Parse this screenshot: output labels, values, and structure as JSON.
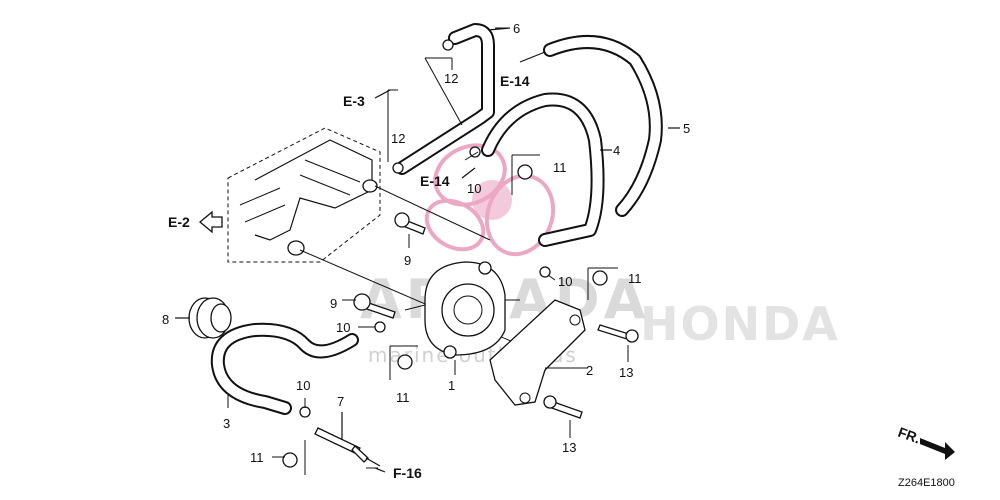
{
  "diagram": {
    "code": "Z264E1800",
    "direction_label": "FR.",
    "watermark": {
      "main": "ARMADA",
      "sub": "marine outboards",
      "brand": "HONDA"
    },
    "refs": [
      {
        "id": "e3",
        "text": "E-3"
      },
      {
        "id": "e14a",
        "text": "E-14"
      },
      {
        "id": "e14b",
        "text": "E-14"
      },
      {
        "id": "e2",
        "text": "E-2"
      },
      {
        "id": "f16",
        "text": "F-16"
      }
    ],
    "parts": [
      {
        "id": "p6",
        "text": "6"
      },
      {
        "id": "p12a",
        "text": "12"
      },
      {
        "id": "p12b",
        "text": "12"
      },
      {
        "id": "p5",
        "text": "5"
      },
      {
        "id": "p4",
        "text": "4"
      },
      {
        "id": "p11a",
        "text": "11"
      },
      {
        "id": "p10a",
        "text": "10"
      },
      {
        "id": "p9a",
        "text": "9"
      },
      {
        "id": "p10b",
        "text": "10"
      },
      {
        "id": "p11b",
        "text": "11"
      },
      {
        "id": "p9b",
        "text": "9"
      },
      {
        "id": "p10c",
        "text": "10"
      },
      {
        "id": "p8",
        "text": "8"
      },
      {
        "id": "p11c",
        "text": "11"
      },
      {
        "id": "p1",
        "text": "1"
      },
      {
        "id": "p2",
        "text": "2"
      },
      {
        "id": "p13a",
        "text": "13"
      },
      {
        "id": "p3",
        "text": "3"
      },
      {
        "id": "p10d",
        "text": "10"
      },
      {
        "id": "p7",
        "text": "7"
      },
      {
        "id": "p13b",
        "text": "13"
      },
      {
        "id": "p11d",
        "text": "11"
      }
    ]
  }
}
